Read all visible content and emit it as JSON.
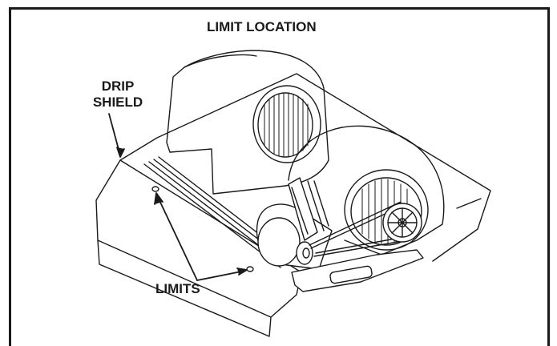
{
  "title": "LIMIT LOCATION",
  "labels": {
    "drip_shield_line1": "DRIP",
    "drip_shield_line2": "SHIELD",
    "limits": "LIMITS"
  },
  "colors": {
    "ink": "#1a1a1a",
    "background": "#ffffff"
  }
}
